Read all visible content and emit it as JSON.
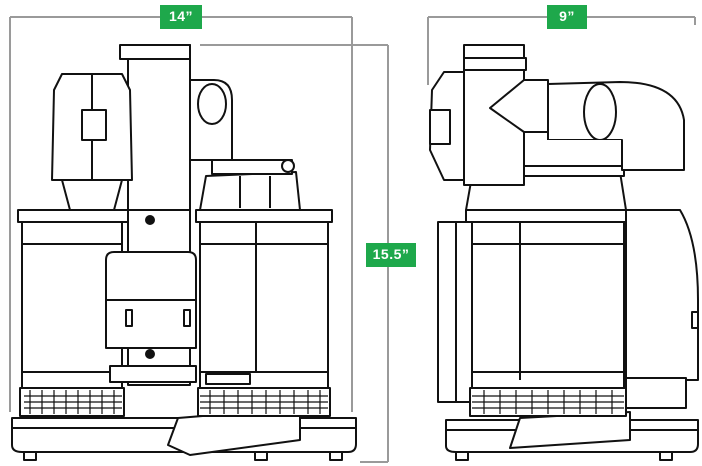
{
  "dimensions": {
    "width_label": "14”",
    "depth_label": "9”",
    "height_label": "15.5”"
  },
  "colors": {
    "label_bg": "#1ea84b",
    "line": "#111111",
    "dim_line": "#9a9a9a"
  }
}
